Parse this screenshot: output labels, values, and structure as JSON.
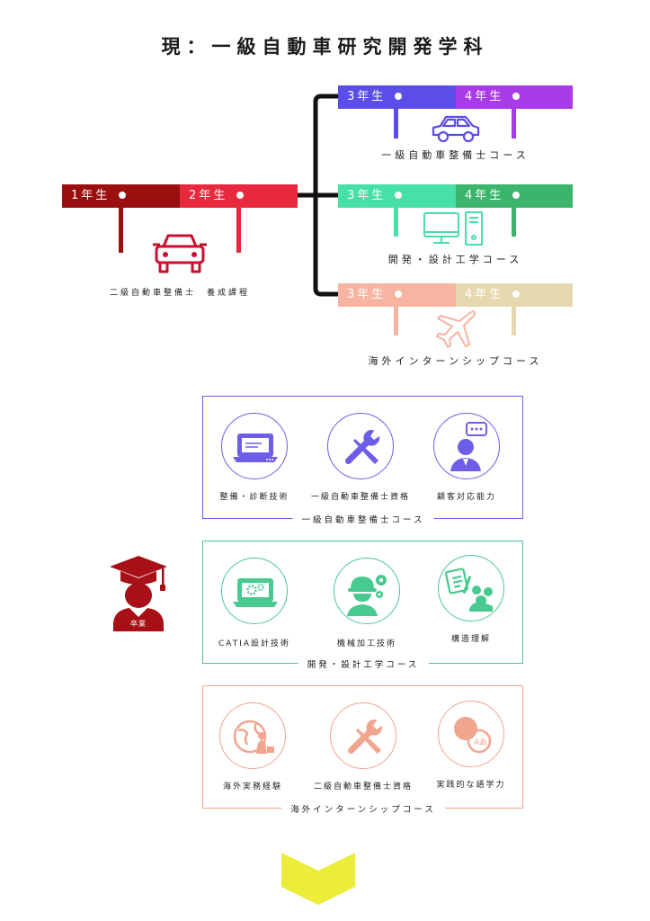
{
  "page": {
    "title": "現：一級自動車研究開発学科"
  },
  "year1": {
    "y1": "1年生",
    "y2": "2年生",
    "course": "二級自動車整備士　養成課程"
  },
  "tracks": [
    {
      "y3": "3年生",
      "y4": "4年生",
      "name": "一級自動車整備士コース",
      "color3": "#5b4de8",
      "color4": "#a93ae8"
    },
    {
      "y3": "3年生",
      "y4": "4年生",
      "name": "開発・設計工学コース",
      "color3": "#47e0a6",
      "color4": "#3bb46c"
    },
    {
      "y3": "3年生",
      "y4": "4年生",
      "name": "海外インターンシップコース",
      "color3": "#f7b4a1",
      "color4": "#e5d8ae"
    }
  ],
  "colors": {
    "red_dark": "#9b0f0f",
    "red": "#e8283c",
    "black": "#111111",
    "yellow": "#eced3a"
  },
  "graduate": {
    "badge": "卒業",
    "icon": "graduation-icon"
  },
  "skill_boxes": [
    {
      "title": "一級自動車整備士コース",
      "color": "#6d5ee8",
      "skills": [
        {
          "label": "整備・診断技術",
          "icon": "laptop-icon"
        },
        {
          "label": "一級自動車整備士資格",
          "icon": "tools-icon"
        },
        {
          "label": "顧客対応能力",
          "icon": "customer-service-icon"
        }
      ]
    },
    {
      "title": "開発・設計工学コース",
      "color": "#47c98f",
      "skills": [
        {
          "label": "CATIA設計技術",
          "icon": "cad-laptop-icon"
        },
        {
          "label": "機械加工技術",
          "icon": "engineer-icon"
        },
        {
          "label": "構造理解",
          "icon": "team-icon"
        }
      ]
    },
    {
      "title": "海外インターンシップコース",
      "color": "#f0a58f",
      "skills": [
        {
          "label": "海外実務経験",
          "icon": "globe-worker-icon"
        },
        {
          "label": "二級自動車整備士資格",
          "icon": "tools-icon"
        },
        {
          "label": "実践的な語学力",
          "icon": "language-icon"
        }
      ]
    }
  ]
}
